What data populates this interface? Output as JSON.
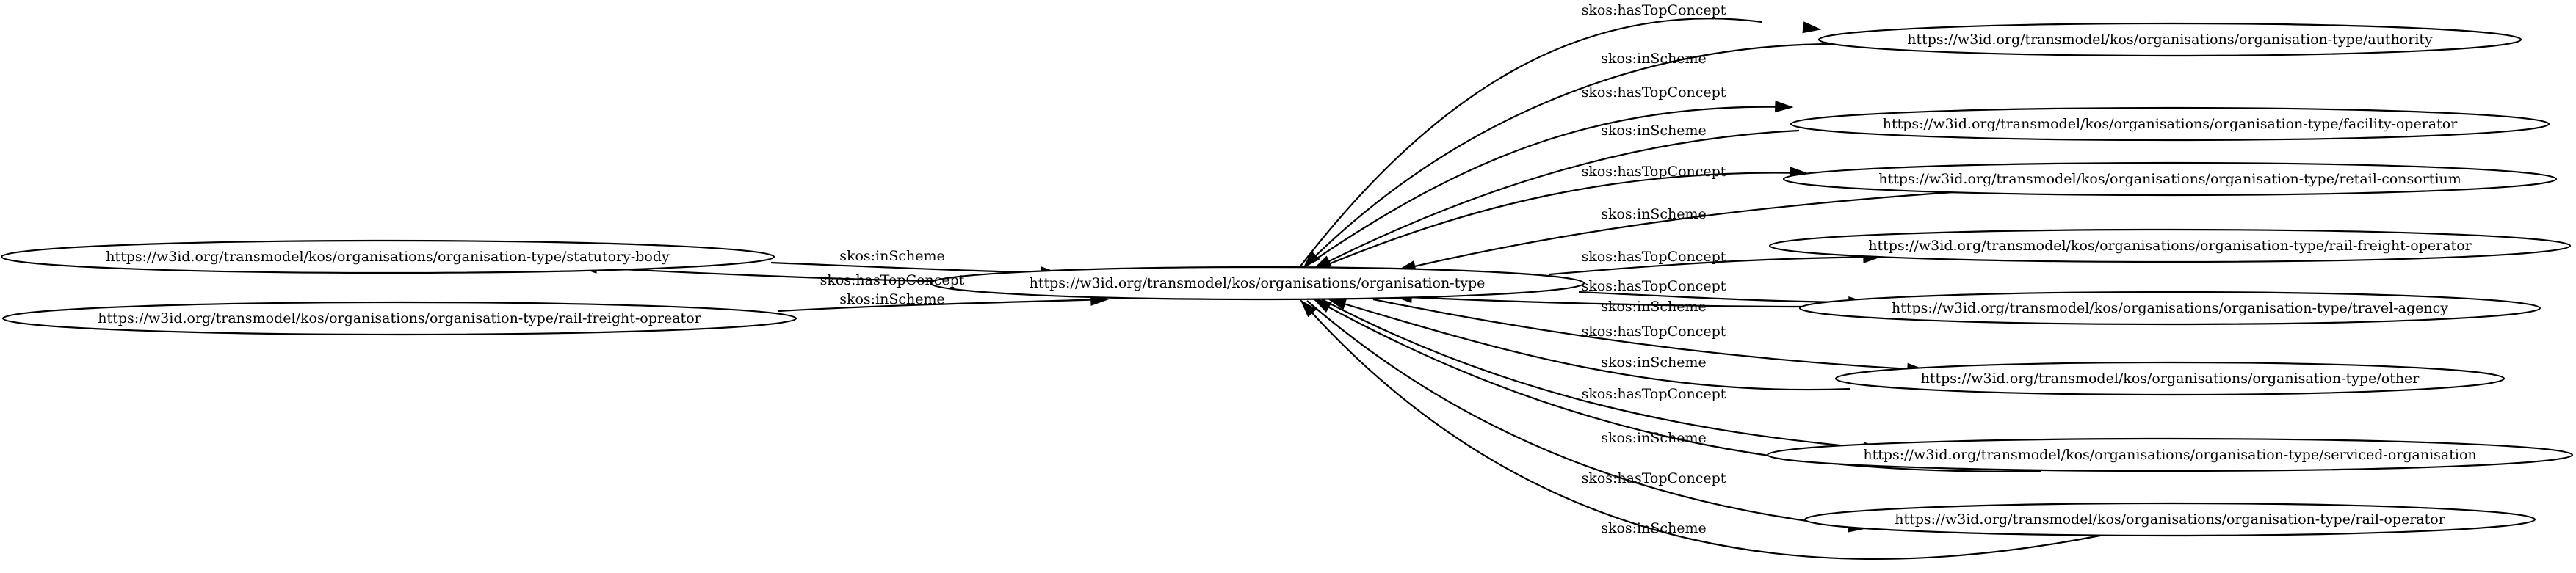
{
  "graph": {
    "nodes": [
      {
        "id": "center",
        "label": "https://w3id.org/transmodel/kos/organisations/organisation-type"
      },
      {
        "id": "statutory",
        "label": "https://w3id.org/transmodel/kos/organisations/organisation-type/statutory-body"
      },
      {
        "id": "opreator",
        "label": "https://w3id.org/transmodel/kos/organisations/organisation-type/rail-freight-opreator"
      },
      {
        "id": "authority",
        "label": "https://w3id.org/transmodel/kos/organisations/organisation-type/authority"
      },
      {
        "id": "facility",
        "label": "https://w3id.org/transmodel/kos/organisations/organisation-type/facility-operator"
      },
      {
        "id": "retail",
        "label": "https://w3id.org/transmodel/kos/organisations/organisation-type/retail-consortium"
      },
      {
        "id": "railfreight",
        "label": "https://w3id.org/transmodel/kos/organisations/organisation-type/rail-freight-operator"
      },
      {
        "id": "travel",
        "label": "https://w3id.org/transmodel/kos/organisations/organisation-type/travel-agency"
      },
      {
        "id": "other",
        "label": "https://w3id.org/transmodel/kos/organisations/organisation-type/other"
      },
      {
        "id": "serviced",
        "label": "https://w3id.org/transmodel/kos/organisations/organisation-type/serviced-organisation"
      },
      {
        "id": "railop",
        "label": "https://w3id.org/transmodel/kos/organisations/organisation-type/rail-operator"
      }
    ],
    "edges": [
      {
        "from": "statutory",
        "to": "center",
        "label": "skos:inScheme"
      },
      {
        "from": "center",
        "to": "statutory",
        "label": "skos:hasTopConcept"
      },
      {
        "from": "opreator",
        "to": "center",
        "label": "skos:inScheme"
      },
      {
        "from": "center",
        "to": "authority",
        "label": "skos:hasTopConcept"
      },
      {
        "from": "authority",
        "to": "center",
        "label": "skos:inScheme"
      },
      {
        "from": "center",
        "to": "facility",
        "label": "skos:hasTopConcept"
      },
      {
        "from": "facility",
        "to": "center",
        "label": "skos:inScheme"
      },
      {
        "from": "center",
        "to": "retail",
        "label": "skos:hasTopConcept"
      },
      {
        "from": "retail",
        "to": "center",
        "label": "skos:inScheme"
      },
      {
        "from": "center",
        "to": "railfreight",
        "label": "skos:hasTopConcept"
      },
      {
        "from": "center",
        "to": "travel",
        "label": "skos:hasTopConcept"
      },
      {
        "from": "travel",
        "to": "center",
        "label": "skos:inScheme"
      },
      {
        "from": "center",
        "to": "other",
        "label": "skos:hasTopConcept"
      },
      {
        "from": "other",
        "to": "center",
        "label": "skos:inScheme"
      },
      {
        "from": "center",
        "to": "serviced",
        "label": "skos:hasTopConcept"
      },
      {
        "from": "serviced",
        "to": "center",
        "label": "skos:inScheme"
      },
      {
        "from": "center",
        "to": "railop",
        "label": "skos:hasTopConcept"
      },
      {
        "from": "railop",
        "to": "center",
        "label": "skos:inScheme"
      }
    ]
  }
}
